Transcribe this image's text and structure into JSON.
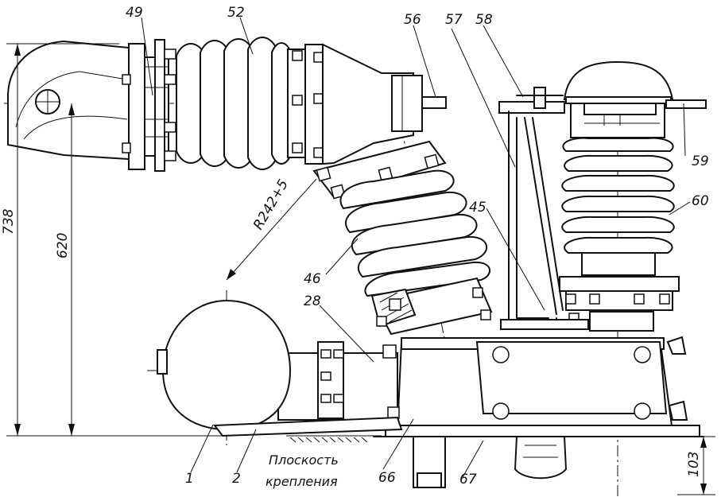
{
  "callouts": {
    "c49": "49",
    "c52": "52",
    "c56": "56",
    "c57": "57",
    "c58": "58",
    "c59": "59",
    "c60": "60",
    "c45": "45",
    "c46": "46",
    "c28": "28",
    "c1": "1",
    "c2": "2",
    "c66": "66",
    "c67": "67"
  },
  "dimensions": {
    "overall_height": "738",
    "axis_height": "620",
    "base_height": "103",
    "radius": "R242+5"
  },
  "annotations": {
    "mount_plane_line1": "Плоскость",
    "mount_plane_line2": "крепления"
  }
}
